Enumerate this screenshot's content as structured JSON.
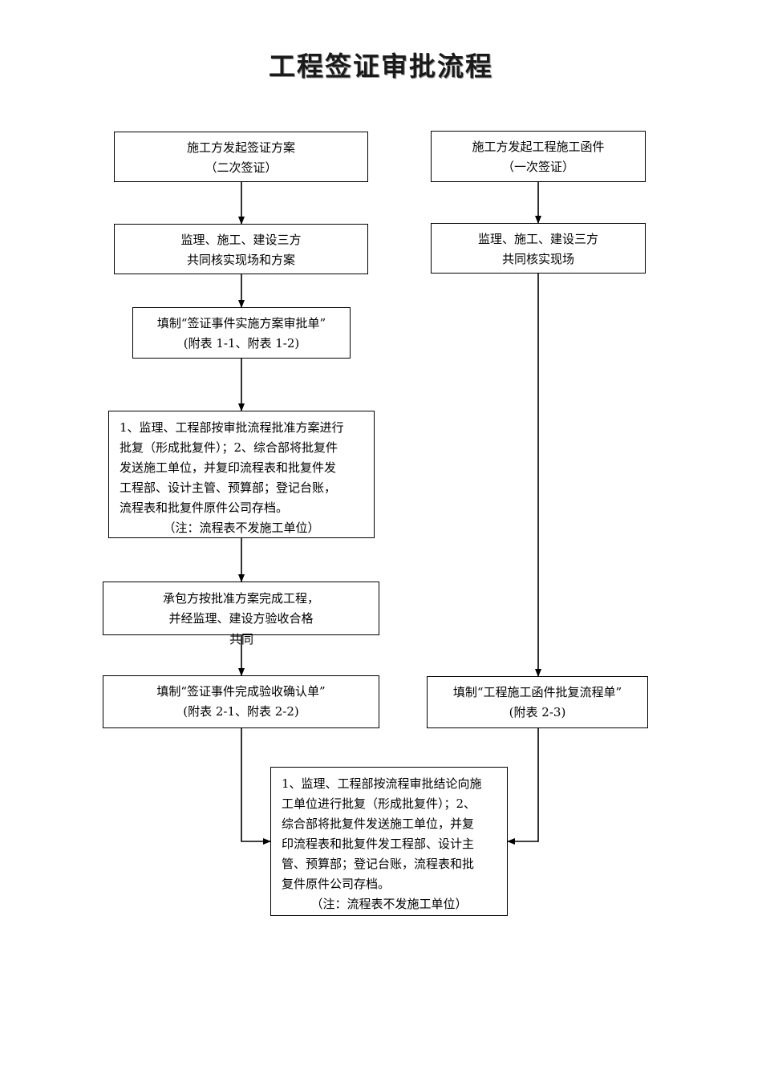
{
  "title": "工程签证审批流程",
  "left_branch": {
    "box1": [
      "施工方发起签证方案",
      "（二次签证）"
    ],
    "box2": [
      "监理、施工、建设三方",
      "共同核实现场和方案"
    ],
    "box3": [
      "填制“签证事件实施方案审批单”",
      "(附表 1-1、附表 1-2)"
    ],
    "box4": [
      "1、监理、工程部按审批流程批准方案进行",
      "批复（形成批复件）；2、综合部将批复件",
      "发送施工单位，并复印流程表和批复件发",
      "工程部、设计主管、预算部；登记台账，",
      "流程表和批复件原件公司存档。",
      "（注：流程表不发施工单位）"
    ],
    "box5": [
      "承包方按批准方案完成工程，",
      "并经监理、建设方验收合格"
    ],
    "box5_overflow": "共同",
    "box6": [
      "填制“签证事件完成验收确认单”",
      "(附表 2-1、附表 2-2)"
    ]
  },
  "right_branch": {
    "box1": [
      "施工方发起工程施工函件",
      "（一次签证）"
    ],
    "box2": [
      "监理、施工、建设三方",
      "共同核实现场"
    ],
    "box3": [
      "填制“工程施工函件批复流程单”",
      "(附表 2-3)"
    ]
  },
  "final_box": [
    "1、监理、工程部按流程审批结论向施",
    "工单位进行批复（形成批复件）；2、",
    "综合部将批复件发送施工单位，并复",
    "印流程表和批复件发工程部、设计主",
    "管、预算部；登记台账，流程表和批",
    "复件原件公司存档。",
    "（注：流程表不发施工单位）"
  ]
}
